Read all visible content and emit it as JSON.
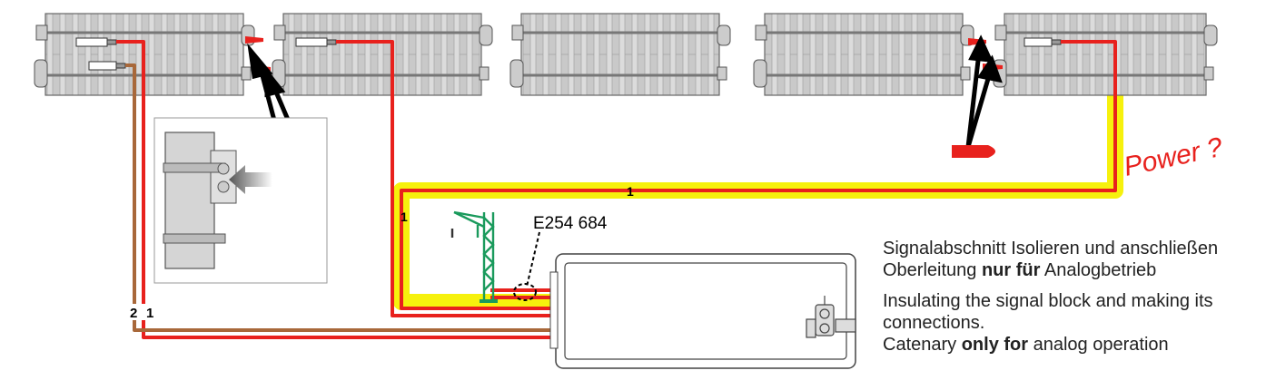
{
  "labels": {
    "wire_one": "1",
    "wire_two": "2",
    "part_number": "E254 684",
    "handwritten": "Power ?"
  },
  "notes": {
    "de_line1": "Signalabschnitt Isolieren und anschließen",
    "de_line2_pre": "Oberleitung ",
    "de_line2_bold": "nur für",
    "de_line2_post": " Analogbetrieb",
    "en_line1": "Insulating the signal block and making its",
    "en_line2": "connections.",
    "en_line3_pre": "Catenary ",
    "en_line3_bold": "only for",
    "en_line3_post": " analog operation"
  },
  "colors": {
    "red_wire": "#e8211d",
    "brown_wire": "#a8683a",
    "highlight": "#f5f000",
    "track_fill": "#d9d9d9",
    "mast_green": "#1a9a5c",
    "handwriting": "#e8211d"
  }
}
